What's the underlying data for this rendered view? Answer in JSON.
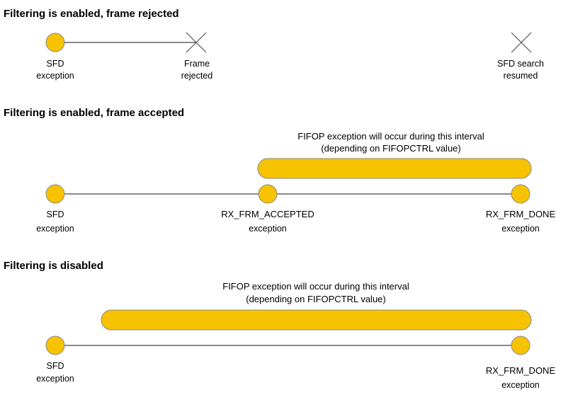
{
  "colors": {
    "event_fill": "#f7c200",
    "event_stroke": "#888888",
    "interval_fill": "#f7c200",
    "line": "#444444",
    "cross": "#555555"
  },
  "sections": [
    {
      "title": "Filtering is enabled, frame rejected",
      "events": [
        {
          "marker": "circle",
          "label": [
            "SFD",
            "exception"
          ]
        },
        {
          "marker": "cross",
          "label": [
            "Frame",
            "rejected"
          ]
        },
        {
          "marker": "cross",
          "label": [
            "SFD search",
            "resumed"
          ]
        }
      ]
    },
    {
      "title": "Filtering is enabled, frame accepted",
      "interval_note": [
        "FIFOP exception will occur during this interval",
        "(depending on FIFOPCTRL value)"
      ],
      "events": [
        {
          "marker": "circle",
          "label": [
            "SFD",
            "exception"
          ]
        },
        {
          "marker": "circle",
          "label": [
            "RX_FRM_ACCEPTED",
            "exception"
          ]
        },
        {
          "marker": "circle",
          "label": [
            "RX_FRM_DONE",
            "exception"
          ]
        }
      ]
    },
    {
      "title": "Filtering is disabled",
      "interval_note": [
        "FIFOP exception will occur during this interval",
        "(depending on FIFOPCTRL value)"
      ],
      "events": [
        {
          "marker": "circle",
          "label": [
            "SFD",
            "exception"
          ]
        },
        {
          "marker": "circle",
          "label": [
            "RX_FRM_DONE",
            "exception"
          ]
        }
      ]
    }
  ]
}
